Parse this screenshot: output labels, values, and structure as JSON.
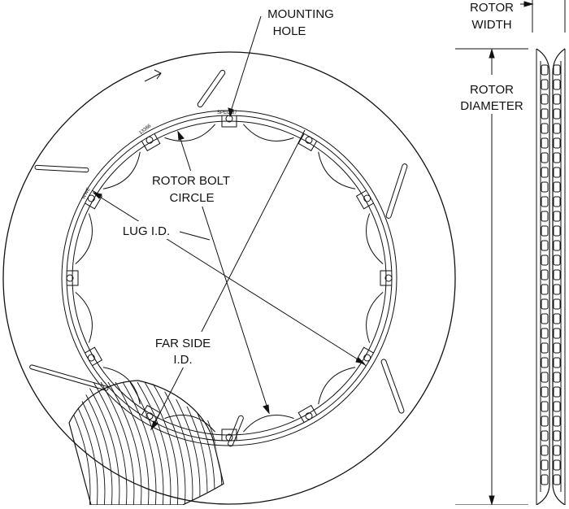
{
  "labels": {
    "mounting_hole": [
      "MOUNTING",
      "HOLE"
    ],
    "rotor_bolt_circle": [
      "ROTOR BOLT",
      "CIRCLE"
    ],
    "lug_id": "LUG I.D.",
    "far_side_id": [
      "FAR SIDE",
      "I.D."
    ],
    "rotor_width": [
      "ROTOR",
      "WIDTH"
    ],
    "rotor_diameter": [
      "ROTOR",
      "DIAMETER"
    ]
  },
  "hat_stamps": {
    "part_number": "13386",
    "spec": "SPEC 37",
    "brand": "WWE"
  },
  "colors": {
    "line": "#111111",
    "background": "#ffffff"
  }
}
